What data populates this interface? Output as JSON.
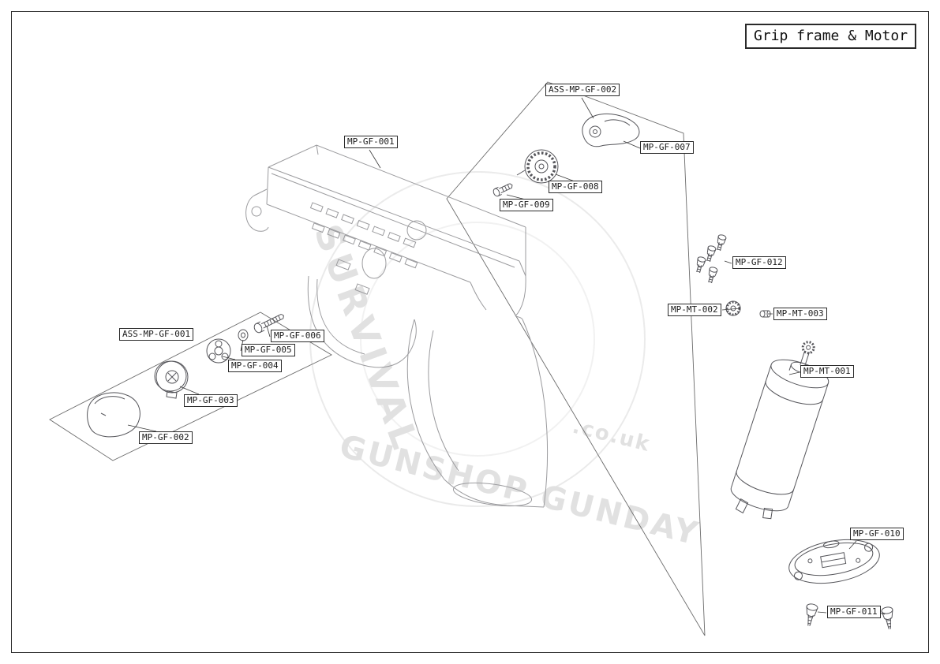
{
  "page": {
    "title_box": "Grip frame & Motor"
  },
  "watermark": {
    "line1": "SURVIVAL",
    "line2": "GUNSHOP GUNDAY",
    "line3": ".co.uk"
  },
  "labels": [
    {
      "id": "ass-mp-gf-002",
      "text": "ASS-MP-GF-002"
    },
    {
      "id": "mp-gf-001",
      "text": "MP-GF-001"
    },
    {
      "id": "mp-gf-007",
      "text": "MP-GF-007"
    },
    {
      "id": "mp-gf-008",
      "text": "MP-GF-008"
    },
    {
      "id": "mp-gf-009",
      "text": "MP-GF-009"
    },
    {
      "id": "mp-gf-012",
      "text": "MP-GF-012"
    },
    {
      "id": "mp-mt-002",
      "text": "MP-MT-002"
    },
    {
      "id": "mp-mt-003",
      "text": "MP-MT-003"
    },
    {
      "id": "mp-mt-001",
      "text": "MP-MT-001"
    },
    {
      "id": "ass-mp-gf-001",
      "text": "ASS-MP-GF-001"
    },
    {
      "id": "mp-gf-006",
      "text": "MP-GF-006"
    },
    {
      "id": "mp-gf-005",
      "text": "MP-GF-005"
    },
    {
      "id": "mp-gf-004",
      "text": "MP-GF-004"
    },
    {
      "id": "mp-gf-003",
      "text": "MP-GF-003"
    },
    {
      "id": "mp-gf-002",
      "text": "MP-GF-002"
    },
    {
      "id": "mp-gf-010",
      "text": "MP-GF-010"
    },
    {
      "id": "mp-gf-011",
      "text": "MP-GF-011"
    }
  ]
}
